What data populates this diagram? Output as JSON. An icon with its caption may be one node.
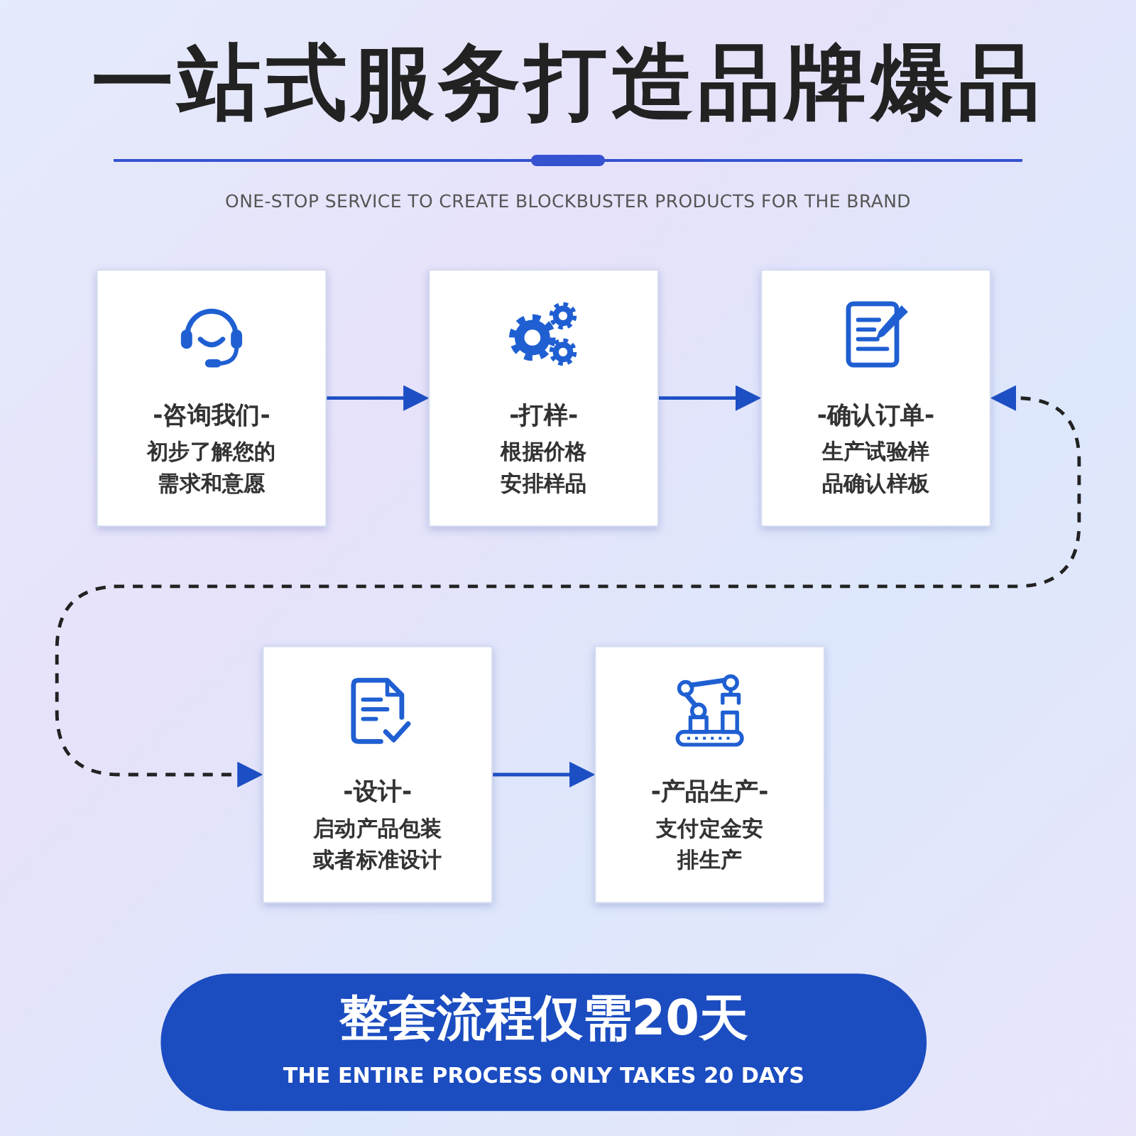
{
  "diagram": {
    "title": "一站式服务打造品牌爆品",
    "nodes": [
      {
        "text": [
          "-咨询我们-",
          "初步了解您的需求和意愿"
        ]
      },
      {
        "text": [
          "-打样-",
          "根据价格安排样品"
        ]
      },
      {
        "text": [
          "-确认订单-",
          "生产试验样品确认样板"
        ]
      },
      {
        "text": [
          "-设计-",
          "启动产品包装或者标准设计"
        ]
      },
      {
        "text": [
          "-产品生产-",
          "支付定金安排生产"
        ]
      },
      {
        "text": [
          "整套流程仅需20天",
          "THE ENTIRE PROCESS ONLY TAKES 20 DAYS"
        ]
      }
    ],
    "edges": [
      {
        "from": 0,
        "to": 1,
        "arrow": "to"
      },
      {
        "from": 1,
        "to": 2,
        "arrow": "to"
      },
      {
        "from": 2,
        "to": 3,
        "arrow": "both",
        "style": "dashed",
        "color": "#222222"
      },
      {
        "from": 3,
        "to": 4,
        "arrow": "to"
      }
    ],
    "labels": [
      "ONE-STOP SERVICE TO CREATE BLOCKBUSTER PRODUCTS FOR THE BRAND"
    ]
  }
}
